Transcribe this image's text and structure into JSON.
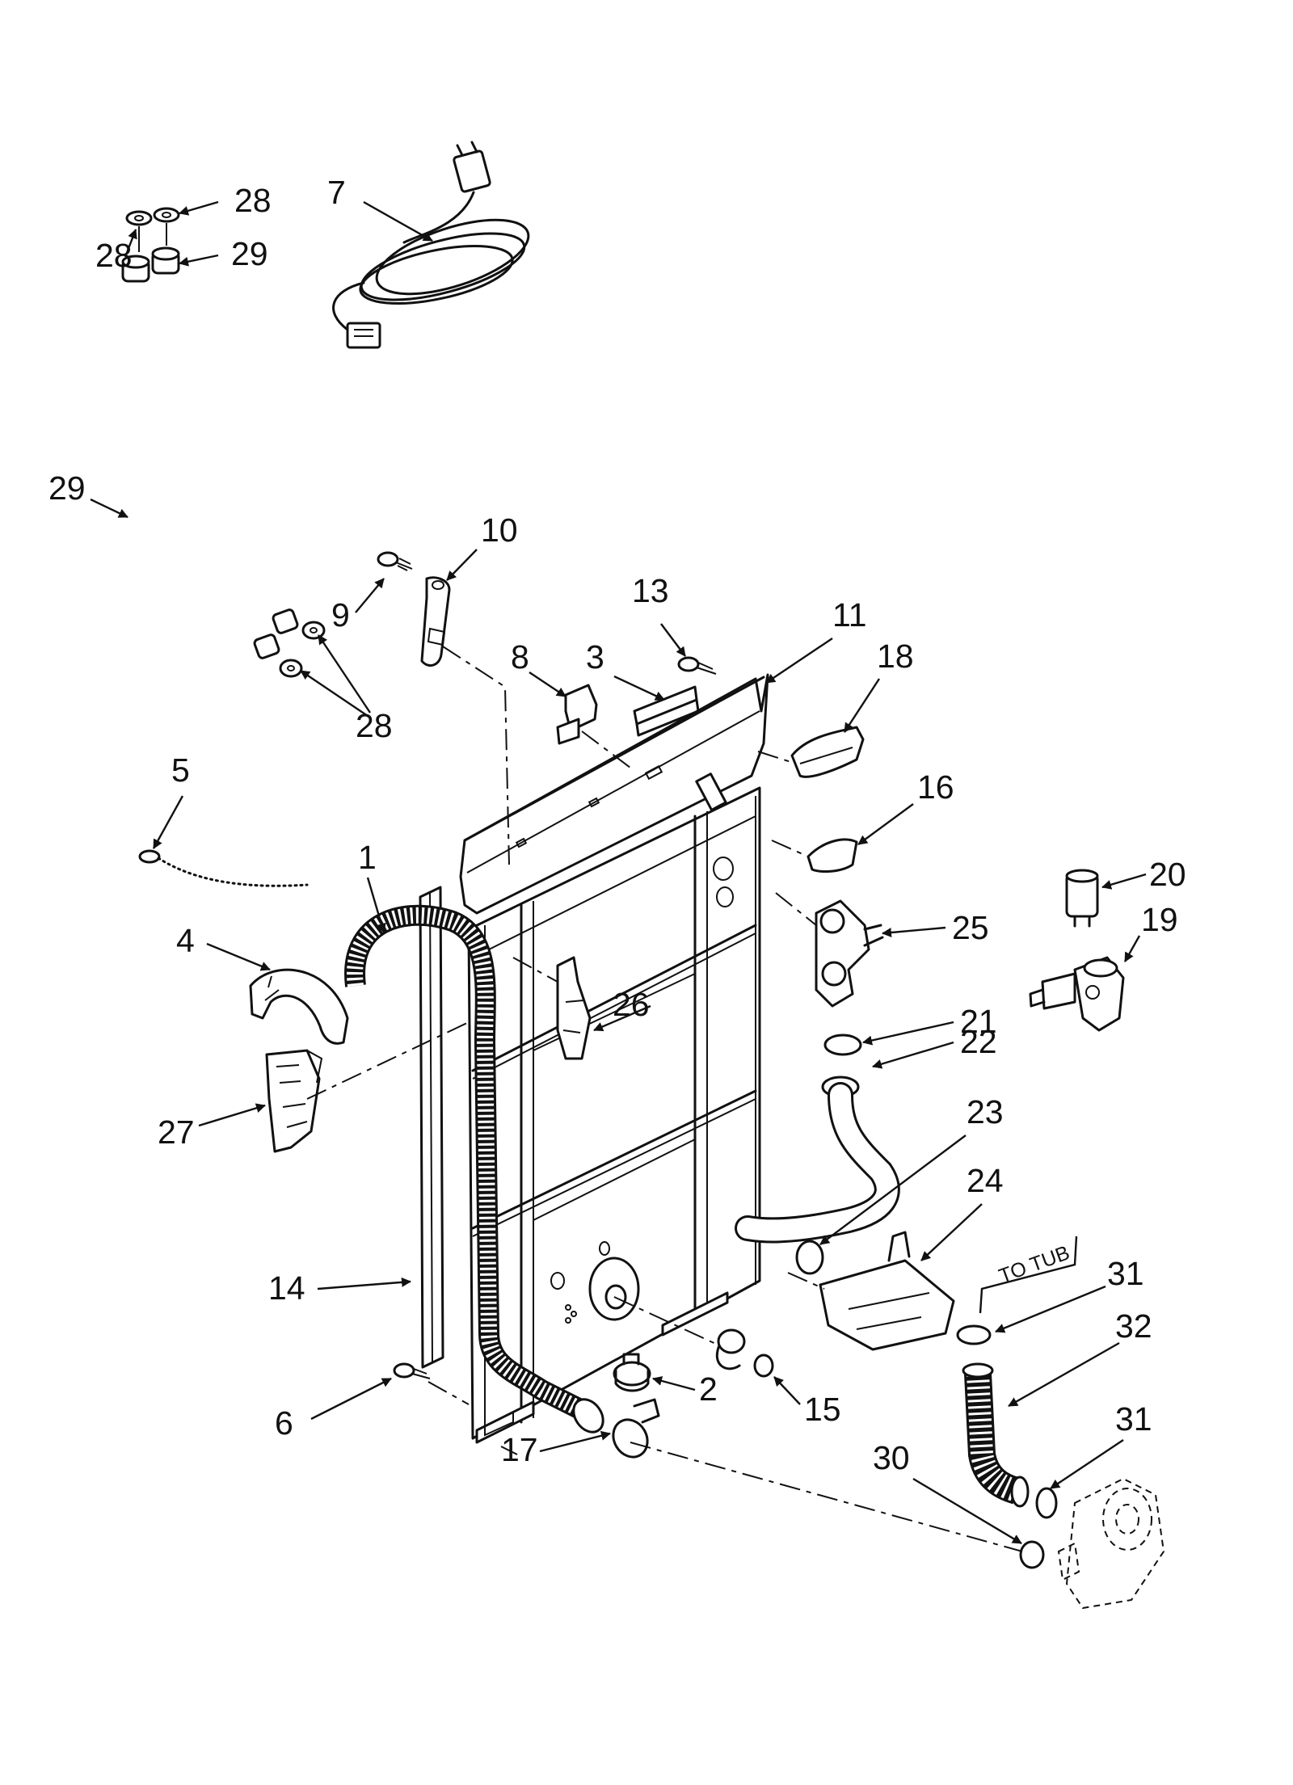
{
  "diagram": {
    "callouts": [
      "28",
      "28",
      "29",
      "29",
      "7",
      "10",
      "9",
      "13",
      "11",
      "8",
      "3",
      "18",
      "28",
      "5",
      "16",
      "1",
      "20",
      "25",
      "19",
      "4",
      "21",
      "26",
      "22",
      "27",
      "23",
      "24",
      "14",
      "31",
      "32",
      "2",
      "6",
      "15",
      "31",
      "30",
      "17"
    ],
    "note": "TO TUB"
  }
}
